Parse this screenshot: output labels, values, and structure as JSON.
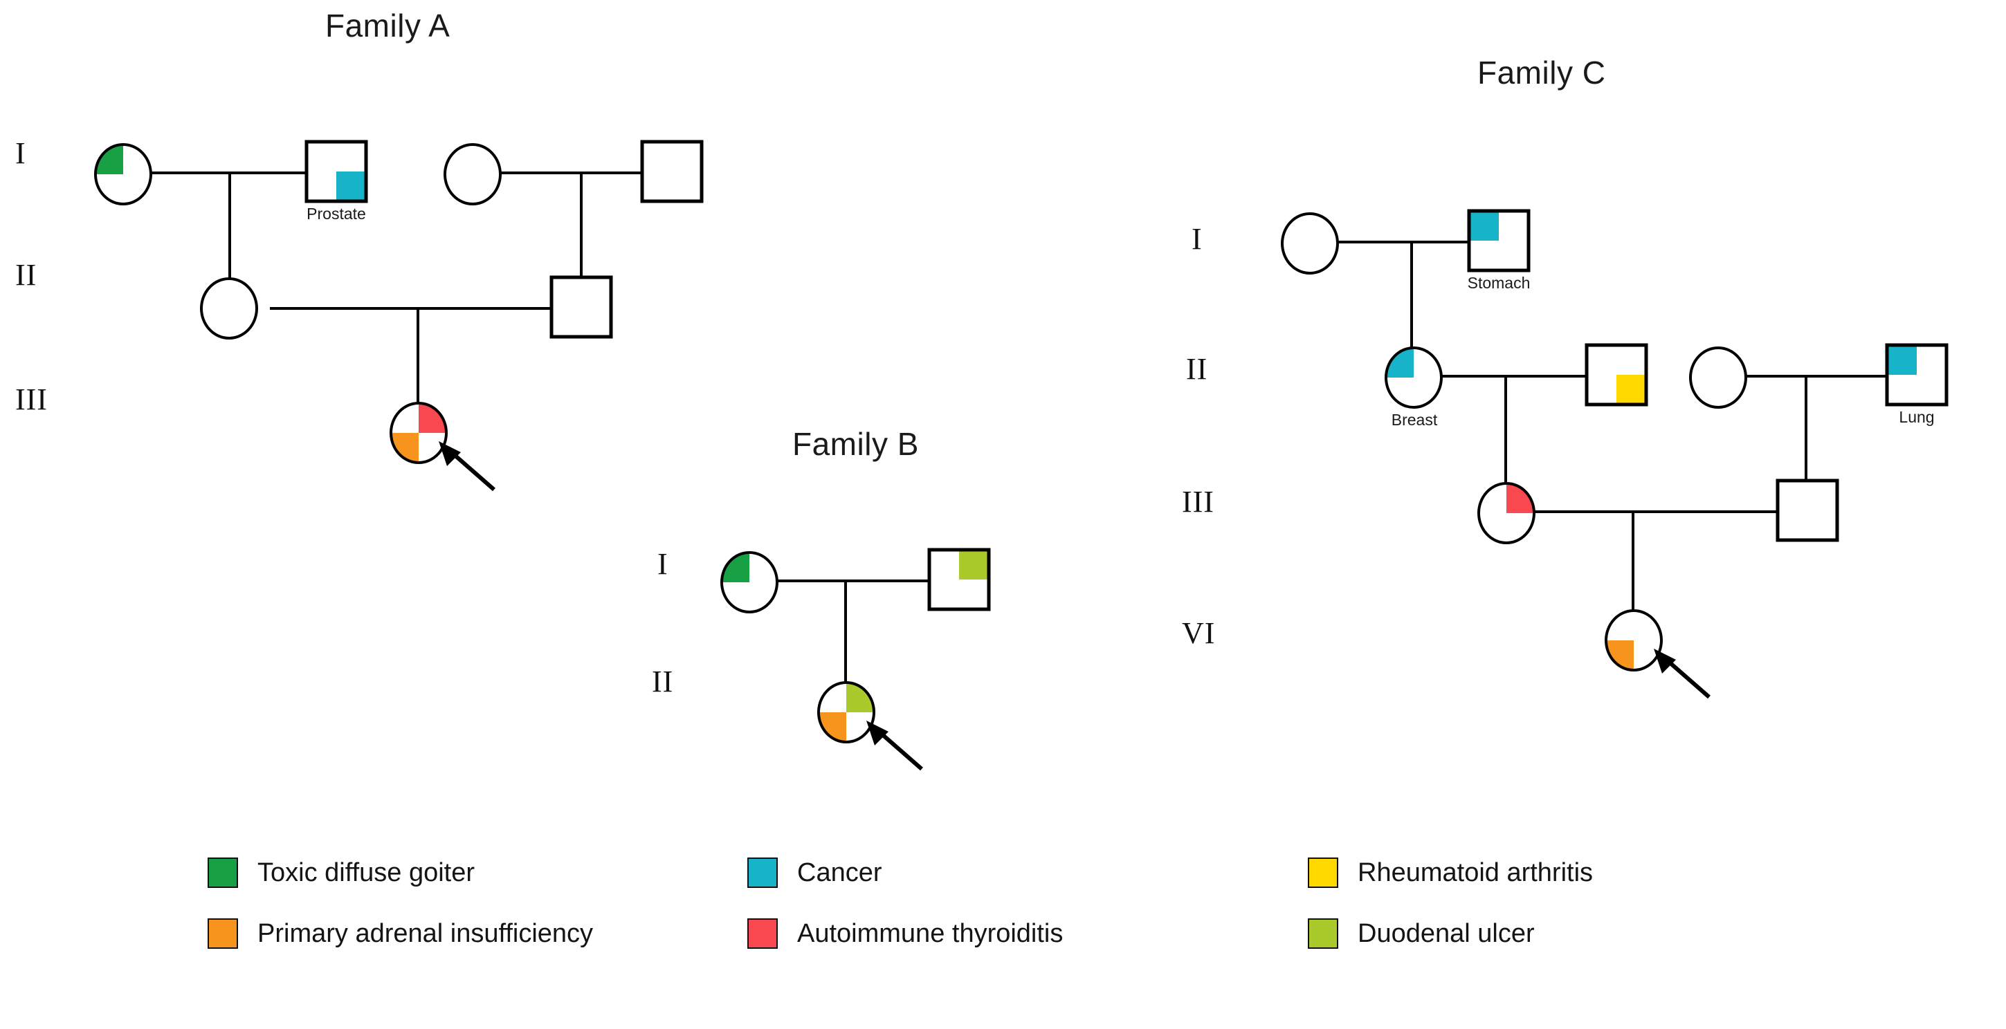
{
  "figure": {
    "type": "pedigree",
    "families": [
      {
        "id": "A",
        "title": "Family A",
        "generations": [
          "I",
          "II",
          "III"
        ],
        "members": [
          {
            "id": "A-I-1",
            "sex": "female",
            "generation": "I",
            "quadrants": {
              "top_left": "toxic-diffuse-goiter",
              "top_right": null,
              "bottom_left": null,
              "bottom_right": null
            },
            "label": null,
            "proband": false
          },
          {
            "id": "A-I-2",
            "sex": "male",
            "generation": "I",
            "quadrants": {
              "top_left": null,
              "top_right": null,
              "bottom_left": null,
              "bottom_right": "cancer"
            },
            "label": "Prostate",
            "proband": false
          },
          {
            "id": "A-I-3",
            "sex": "female",
            "generation": "I",
            "quadrants": {
              "top_left": null,
              "top_right": null,
              "bottom_left": null,
              "bottom_right": null
            },
            "label": null,
            "proband": false
          },
          {
            "id": "A-I-4",
            "sex": "male",
            "generation": "I",
            "quadrants": {
              "top_left": null,
              "top_right": null,
              "bottom_left": null,
              "bottom_right": null
            },
            "label": null,
            "proband": false
          },
          {
            "id": "A-II-1",
            "sex": "female",
            "generation": "II",
            "quadrants": {
              "top_left": null,
              "top_right": null,
              "bottom_left": null,
              "bottom_right": null
            },
            "label": null,
            "proband": false
          },
          {
            "id": "A-II-2",
            "sex": "male",
            "generation": "II",
            "quadrants": {
              "top_left": null,
              "top_right": null,
              "bottom_left": null,
              "bottom_right": null
            },
            "label": null,
            "proband": false
          },
          {
            "id": "A-III-1",
            "sex": "female",
            "generation": "III",
            "quadrants": {
              "top_left": null,
              "top_right": "autoimmune-thyroiditis",
              "bottom_left": "primary-adrenal-insufficiency",
              "bottom_right": null
            },
            "label": null,
            "proband": true
          }
        ]
      },
      {
        "id": "B",
        "title": "Family B",
        "generations": [
          "I",
          "II"
        ],
        "members": [
          {
            "id": "B-I-1",
            "sex": "female",
            "generation": "I",
            "quadrants": {
              "top_left": "toxic-diffuse-goiter",
              "top_right": null,
              "bottom_left": null,
              "bottom_right": null
            },
            "label": null,
            "proband": false
          },
          {
            "id": "B-I-2",
            "sex": "male",
            "generation": "I",
            "quadrants": {
              "top_left": null,
              "top_right": "duodenal-ulcer",
              "bottom_left": null,
              "bottom_right": null
            },
            "label": null,
            "proband": false
          },
          {
            "id": "B-II-1",
            "sex": "female",
            "generation": "II",
            "quadrants": {
              "top_left": null,
              "top_right": "duodenal-ulcer",
              "bottom_left": "primary-adrenal-insufficiency",
              "bottom_right": null
            },
            "label": null,
            "proband": true
          }
        ]
      },
      {
        "id": "C",
        "title": "Family C",
        "generations": [
          "I",
          "II",
          "III",
          "VI"
        ],
        "members": [
          {
            "id": "C-I-1",
            "sex": "female",
            "generation": "I",
            "quadrants": {
              "top_left": null,
              "top_right": null,
              "bottom_left": null,
              "bottom_right": null
            },
            "label": null,
            "proband": false
          },
          {
            "id": "C-I-2",
            "sex": "male",
            "generation": "I",
            "quadrants": {
              "top_left": "cancer",
              "top_right": null,
              "bottom_left": null,
              "bottom_right": null
            },
            "label": "Stomach",
            "proband": false
          },
          {
            "id": "C-II-1",
            "sex": "female",
            "generation": "II",
            "quadrants": {
              "top_left": "cancer",
              "top_right": null,
              "bottom_left": null,
              "bottom_right": null
            },
            "label": "Breast",
            "proband": false
          },
          {
            "id": "C-II-2",
            "sex": "male",
            "generation": "II",
            "quadrants": {
              "top_left": null,
              "top_right": null,
              "bottom_left": null,
              "bottom_right": "rheumatoid-arthritis"
            },
            "label": null,
            "proband": false
          },
          {
            "id": "C-II-3",
            "sex": "female",
            "generation": "II",
            "quadrants": {
              "top_left": null,
              "top_right": null,
              "bottom_left": null,
              "bottom_right": null
            },
            "label": null,
            "proband": false
          },
          {
            "id": "C-II-4",
            "sex": "male",
            "generation": "II",
            "quadrants": {
              "top_left": "cancer",
              "top_right": null,
              "bottom_left": null,
              "bottom_right": null
            },
            "label": "Lung",
            "proband": false
          },
          {
            "id": "C-III-1",
            "sex": "female",
            "generation": "III",
            "quadrants": {
              "top_left": null,
              "top_right": "autoimmune-thyroiditis",
              "bottom_left": null,
              "bottom_right": null
            },
            "label": null,
            "proband": false
          },
          {
            "id": "C-III-2",
            "sex": "male",
            "generation": "III",
            "quadrants": {
              "top_left": null,
              "top_right": null,
              "bottom_left": null,
              "bottom_right": null
            },
            "label": null,
            "proband": false
          },
          {
            "id": "C-VI-1",
            "sex": "female",
            "generation": "VI",
            "quadrants": {
              "top_left": null,
              "top_right": null,
              "bottom_left": "primary-adrenal-insufficiency",
              "bottom_right": null
            },
            "label": null,
            "proband": true
          }
        ]
      }
    ]
  },
  "titles": {
    "family_a": "Family A",
    "family_b": "Family B",
    "family_c": "Family C"
  },
  "generation_labels": {
    "a_i": "I",
    "a_ii": "II",
    "a_iii": "III",
    "b_i": "I",
    "b_ii": "II",
    "c_i": "I",
    "c_ii": "II",
    "c_iii": "III",
    "c_vi": "VI"
  },
  "node_labels": {
    "prostate": "Prostate",
    "stomach": "Stomach",
    "breast": "Breast",
    "lung": "Lung"
  },
  "legend": {
    "rows": [
      [
        {
          "key": "toxic-diffuse-goiter",
          "label": "Toxic diffuse goiter",
          "color": "#18a144"
        },
        {
          "key": "cancer",
          "label": "Cancer",
          "color": "#17b3c9"
        },
        {
          "key": "rheumatoid-arthritis",
          "label": "Rheumatoid arthritis",
          "color": "#ffd800"
        }
      ],
      [
        {
          "key": "primary-adrenal-insufficiency",
          "label": "Primary adrenal insufficiency",
          "color": "#f7941e"
        },
        {
          "key": "autoimmune-thyroiditis",
          "label": "Autoimmune thyroiditis",
          "color": "#f9484f"
        },
        {
          "key": "duodenal-ulcer",
          "label": "Duodenal ulcer",
          "color": "#aac92b"
        }
      ]
    ],
    "items": {
      "toxic_diffuse_goiter": "Toxic diffuse goiter",
      "cancer": "Cancer",
      "rheumatoid_arthritis": "Rheumatoid arthritis",
      "primary_adrenal_insufficiency": "Primary adrenal insufficiency",
      "autoimmune_thyroiditis": "Autoimmune thyroiditis",
      "duodenal_ulcer": "Duodenal ulcer"
    }
  },
  "colors": {
    "toxic-diffuse-goiter": "#18a144",
    "cancer": "#17b3c9",
    "rheumatoid-arthritis": "#ffd800",
    "primary-adrenal-insufficiency": "#f7941e",
    "autoimmune-thyroiditis": "#f9484f",
    "duodenal-ulcer": "#aac92b",
    "stroke": "#000000",
    "background": "#ffffff"
  }
}
